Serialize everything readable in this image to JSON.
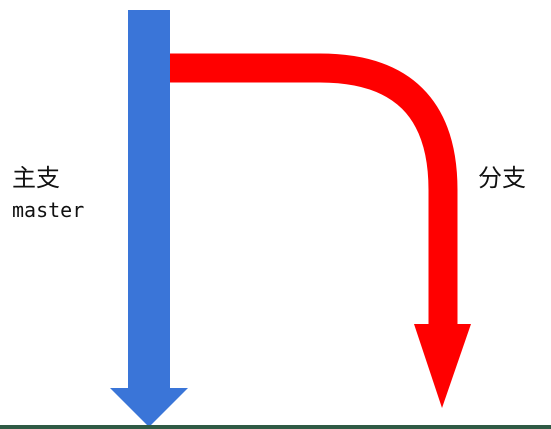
{
  "labels": {
    "main_branch": {
      "chinese": "主支",
      "english": "master"
    },
    "side_branch": {
      "chinese": "分支"
    }
  },
  "colors": {
    "main_arrow": "#3a75d8",
    "branch_arrow": "#ff0000",
    "background": "#ffffff",
    "bottom_edge": "#2f5a45"
  },
  "shapes": {
    "main_arrow": "arrow-down",
    "branch_arrow": "curved-arrow-down"
  }
}
